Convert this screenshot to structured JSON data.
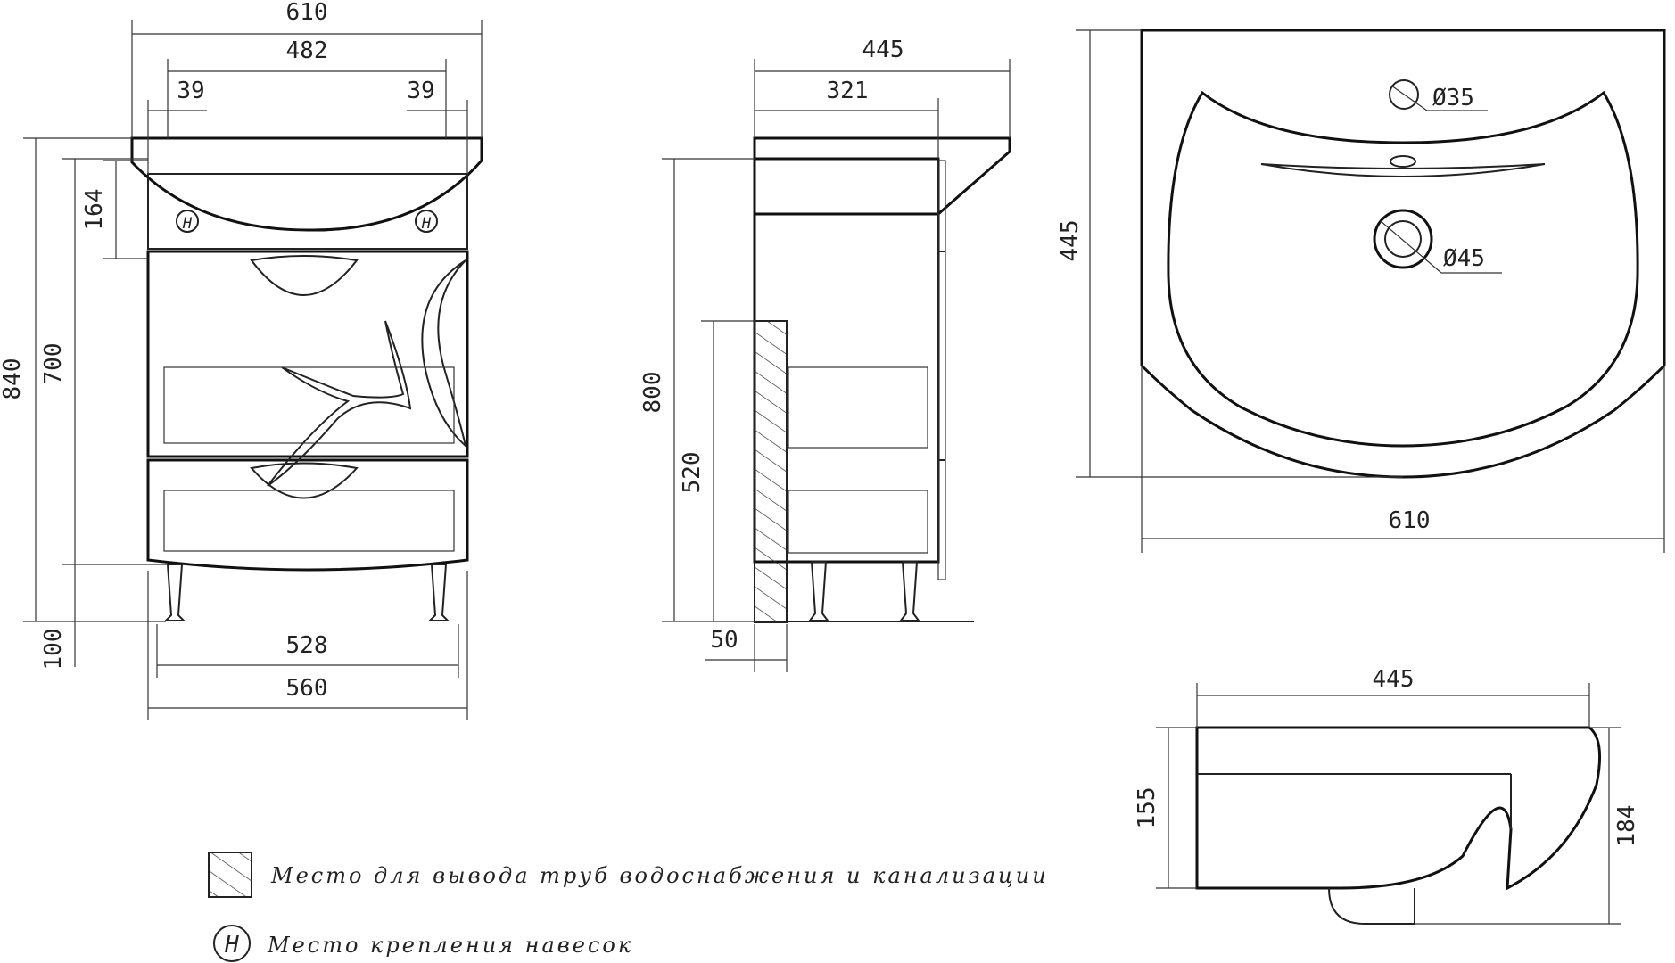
{
  "front_view": {
    "dims": {
      "total_width": "610",
      "inner_width": "482",
      "left_offset": "39",
      "right_offset": "39",
      "top_height": "164",
      "total_height": "840",
      "body_height": "700",
      "leg_height": "100",
      "feet_span": "528",
      "body_width": "560"
    },
    "mount_symbol": "H"
  },
  "side_view": {
    "dims": {
      "depth_total": "445",
      "depth_body": "321",
      "height_total": "800",
      "pipe_height": "520",
      "pipe_offset": "50"
    }
  },
  "basin_top_view": {
    "dims": {
      "depth": "445",
      "width": "610",
      "tap_hole": "Ø35",
      "drain_hole": "Ø45"
    }
  },
  "basin_side_view": {
    "dims": {
      "depth": "445",
      "height_front": "155",
      "height_back": "184"
    }
  },
  "legend": {
    "hatch_label": "Место для вывода труб водоснабжения и канализации",
    "mount_label": "Место крепления навесок",
    "mount_symbol": "H"
  }
}
